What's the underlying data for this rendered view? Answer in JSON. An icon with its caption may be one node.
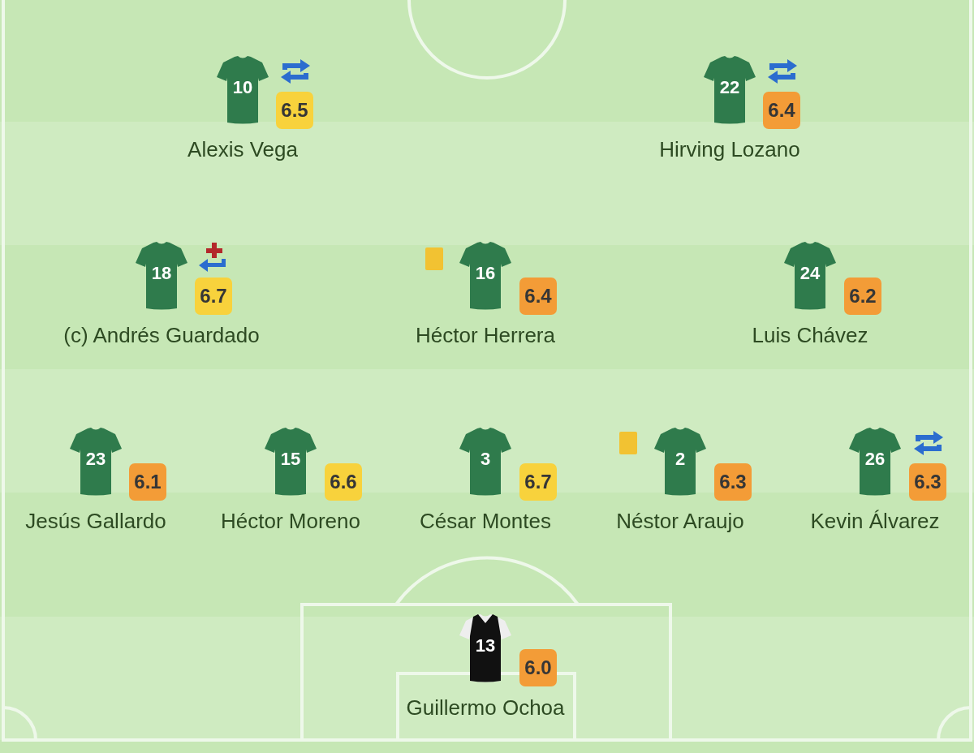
{
  "diagram": {
    "nodes": [
      {
        "text": [
          "10"
        ],
        "beside": [
          "Alexis Vega"
        ]
      },
      {
        "text": [
          "6.5"
        ]
      },
      {
        "text": [
          "22"
        ],
        "beside": [
          "Hirving Lozano"
        ]
      },
      {
        "text": [
          "6.4"
        ]
      },
      {
        "text": [
          "18"
        ],
        "beside": [
          "(c) Andrés Guardado"
        ]
      },
      {
        "text": [
          "6.7"
        ]
      },
      {
        "text": [
          "16"
        ],
        "beside": [
          "Héctor Herrera"
        ]
      },
      {
        "text": [
          "6.4"
        ]
      },
      {
        "text": [
          "24"
        ],
        "beside": [
          "Luis Chávez"
        ]
      },
      {
        "text": [
          "6.2"
        ]
      },
      {
        "text": [
          "23"
        ],
        "beside": [
          "Jesús Gallardo"
        ]
      },
      {
        "text": [
          "6.1"
        ]
      },
      {
        "text": [
          "15"
        ],
        "beside": [
          "Héctor Moreno"
        ]
      },
      {
        "text": [
          "6.6"
        ]
      },
      {
        "text": [
          "3"
        ],
        "beside": [
          "César Montes"
        ]
      },
      {
        "text": [
          "6.7"
        ]
      },
      {
        "text": [
          "2"
        ],
        "beside": [
          "Néstor Araujo"
        ]
      },
      {
        "text": [
          "6.3"
        ]
      },
      {
        "text": [
          "26"
        ],
        "beside": [
          "Kevin Álvarez"
        ]
      },
      {
        "text": [
          "6.3"
        ]
      },
      {
        "text": [
          "13"
        ],
        "beside": [
          "Guillermo Ochoa"
        ]
      },
      {
        "text": [
          "6.0"
        ]
      }
    ]
  }
}
